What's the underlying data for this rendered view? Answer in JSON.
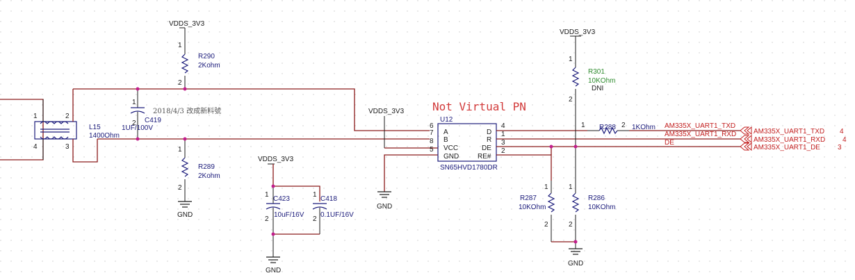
{
  "power": {
    "r290": "VDDS_3V3",
    "c423": "VDDS_3V3",
    "u12": "VDDS_3V3",
    "r301": "VDDS_3V3"
  },
  "ground": {
    "r289": "GND",
    "c423": "GND",
    "u12": "GND",
    "r286": "GND"
  },
  "l15": {
    "ref": "L15",
    "value": "1400Ohm",
    "pins": [
      "1",
      "2",
      "4",
      "3"
    ]
  },
  "c419": {
    "ref": "C419",
    "value": "1UF/100V",
    "pin1": "1",
    "pin2": "2"
  },
  "note_revision": "2018/4/3 改成新料號",
  "r290": {
    "ref": "R290",
    "value": "2Kohm",
    "pin1": "1",
    "pin2": "2"
  },
  "r289": {
    "ref": "R289",
    "value": "2Kohm",
    "pin1": "1",
    "pin2": "2"
  },
  "c423": {
    "ref": "C423",
    "value": "10uF/16V",
    "pin1": "1",
    "pin2": "2"
  },
  "c418": {
    "ref": "C418",
    "value": "0.1UF/16V",
    "pin1": "1",
    "pin2": "2"
  },
  "note_pn": "Not Virtual PN",
  "u12": {
    "ref": "U12",
    "part": "SN65HVD1780DR",
    "left_pins": [
      {
        "num": "6",
        "name": "A"
      },
      {
        "num": "7",
        "name": "B"
      },
      {
        "num": "8",
        "name": "VCC"
      },
      {
        "num": "5",
        "name": "GND"
      }
    ],
    "right_pins": [
      {
        "num": "4",
        "name": "D"
      },
      {
        "num": "1",
        "name": "R"
      },
      {
        "num": "3",
        "name": "DE"
      },
      {
        "num": "2",
        "name": "RE#"
      }
    ]
  },
  "r301": {
    "ref": "R301",
    "value": "10KOhm",
    "extra": "DNI",
    "pin1": "1",
    "pin2": "2"
  },
  "r288": {
    "ref": "R288",
    "value": "1KOhm",
    "pin1": "1",
    "pin2": "2"
  },
  "r287": {
    "ref": "R287",
    "value": "10KOhm",
    "pin1": "1",
    "pin2": "2"
  },
  "r286": {
    "ref": "R286",
    "value": "10KOhm",
    "pin1": "1",
    "pin2": "2"
  },
  "nets": {
    "txd": "AM335X_UART1_TXD",
    "rxd": "AM335X_UART1_RXD",
    "de": "DE"
  },
  "ports": [
    {
      "label": "AM335X_UART1_TXD",
      "page": "4"
    },
    {
      "label": "AM335X_UART1_RXD",
      "page": "4"
    },
    {
      "label": "AM335X_UART1_DE",
      "page": "3"
    }
  ],
  "colors": {
    "wire": "#8b1a1a",
    "junction": "#c21e8c",
    "net_label": "#c21e1e",
    "component": "#1a1a7a"
  }
}
